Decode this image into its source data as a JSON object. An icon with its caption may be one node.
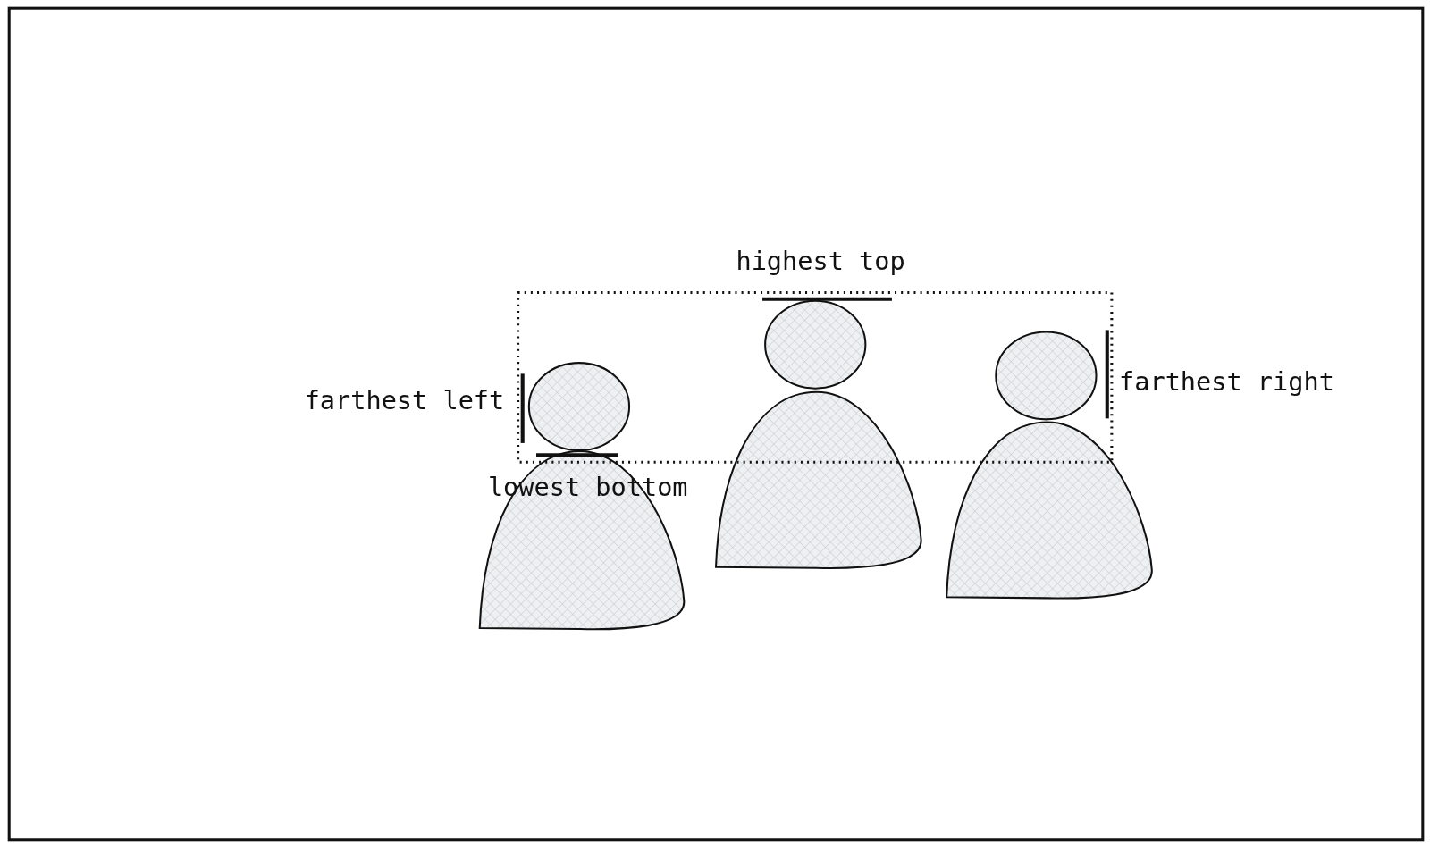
{
  "diagram": {
    "labels": [
      "highest top",
      "farthest left",
      "farthest right",
      "lowest bottom"
    ]
  }
}
